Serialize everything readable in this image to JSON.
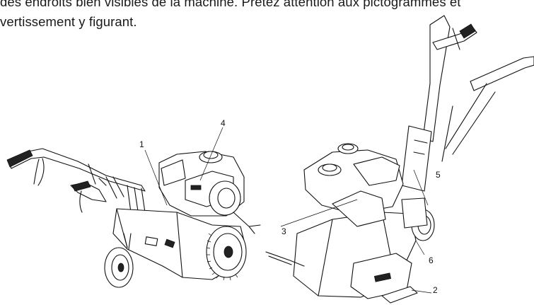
{
  "text": {
    "line1": "des endroits bien visibles de la machine. Prêtez attention aux pictogrammes et",
    "line2": "vertissement y figurant."
  },
  "figure": {
    "callouts": [
      "1",
      "2",
      "3",
      "4",
      "5",
      "6"
    ]
  }
}
